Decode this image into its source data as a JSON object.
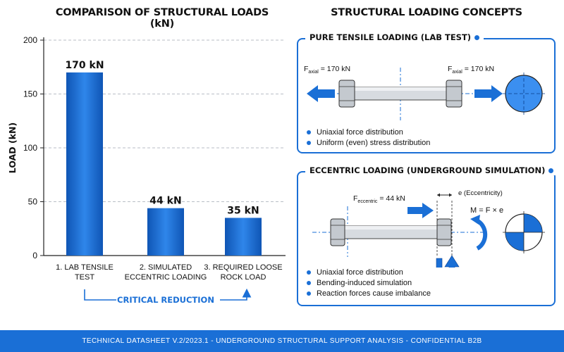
{
  "chart_data": {
    "type": "bar",
    "title": "COMPARISON OF STRUCTURAL LOADS (kN)",
    "ylabel": "LOAD (kN)",
    "ylim": [
      0,
      200
    ],
    "yticks": [
      "0",
      "50",
      "100",
      "150",
      "200"
    ],
    "categories": [
      [
        "1. LAB TENSILE",
        "TEST"
      ],
      [
        "2. SIMULATED",
        "ECCENTRIC LOADING"
      ],
      [
        "3. REQUIRED LOOSE",
        "ROCK LOAD"
      ]
    ],
    "values": [
      170,
      44,
      35
    ],
    "data_labels": [
      "170 kN",
      "44 kN",
      "35 kN"
    ],
    "annotation": "CRITICAL REDUCTION",
    "bar_color": "#1a6fd6",
    "grid": "horizontal dashed"
  },
  "concepts": {
    "title": "STRUCTURAL LOADING CONCEPTS",
    "tensile": {
      "header": "PURE TENSILE LOADING (LAB TEST)",
      "force_left": {
        "symbol": "F",
        "sub": "axial",
        "value": "= 170 kN"
      },
      "force_right": {
        "symbol": "F",
        "sub": "axial",
        "value": "= 170 kN"
      },
      "bullets": [
        "Uniaxial force distribution",
        "Uniform (even) stress distribution"
      ]
    },
    "eccentric": {
      "header": "ECCENTRIC LOADING (UNDERGROUND SIMULATION)",
      "force": {
        "symbol": "F",
        "sub": "eccentric",
        "value": "= 44 kN"
      },
      "eccentricity": "e (Eccentricity)",
      "moment": "M = F × e",
      "bullets": [
        "Uniaxial force distribution",
        "Bending-induced simulation",
        "Reaction forces cause imbalance"
      ]
    }
  },
  "footer": "TECHNICAL DATASHEET V.2/2023.1 - UNDERGROUND STRUCTURAL SUPPORT ANALYSIS - CONFIDENTIAL B2B",
  "colors": {
    "accent": "#1a6fd6",
    "dark": "#111111",
    "bolt": "#c9ced4"
  }
}
